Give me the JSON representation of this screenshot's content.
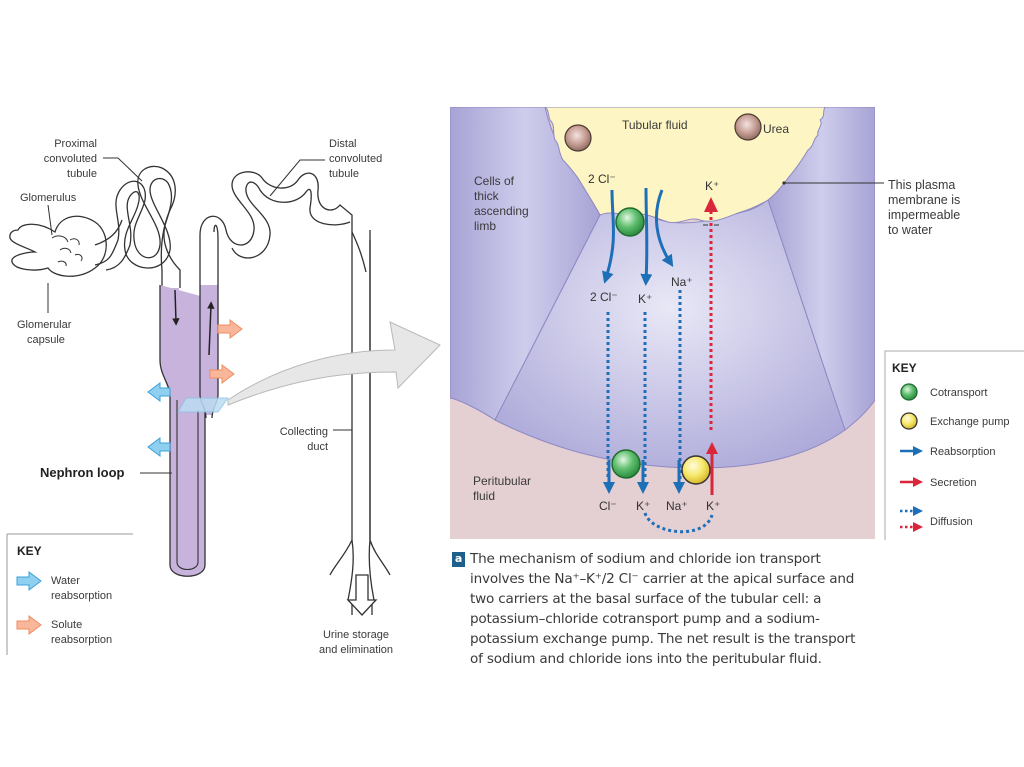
{
  "left_diagram": {
    "labels": {
      "proximal": [
        "Proximal",
        "convoluted",
        "tubule"
      ],
      "distal": [
        "Distal",
        "convoluted",
        "tubule"
      ],
      "glomerulus": "Glomerulus",
      "glomerular_capsule": [
        "Glomerular",
        "capsule"
      ],
      "nephron_loop": "Nephron loop",
      "collecting_duct": [
        "Collecting",
        "duct"
      ],
      "urine": [
        "Urine storage",
        "and elimination"
      ]
    },
    "key": {
      "title": "KEY",
      "items": [
        {
          "label": [
            "Water",
            "reabsorption"
          ],
          "color": "#5bb8e6"
        },
        {
          "label": [
            "Solute",
            "reabsorption"
          ],
          "color": "#f4a07a"
        }
      ]
    }
  },
  "right_panel": {
    "labels": {
      "tubular_fluid": "Tubular fluid",
      "urea": "Urea",
      "cells": [
        "Cells of",
        "thick",
        "ascending",
        "limb"
      ],
      "peritubular": [
        "Peritubular",
        "fluid"
      ],
      "membrane_note": [
        "This plasma",
        "membrane is",
        "impermeable",
        "to water"
      ]
    },
    "ions": {
      "apical_cl": "2 Cl⁻",
      "apical_k": "K⁺",
      "cell_cl": "2 Cl⁻",
      "cell_k": "K⁺",
      "cell_na": "Na⁺",
      "basal_cl": "Cl⁻",
      "basal_k": "K⁺",
      "basal_na": "Na⁺",
      "basal_k2": "K⁺"
    },
    "key": {
      "title": "KEY",
      "items": [
        {
          "label": "Cotransport",
          "type": "circle",
          "color": "#3fae5a"
        },
        {
          "label": "Exchange pump",
          "type": "circle",
          "color": "#f3e05a"
        },
        {
          "label": "Reabsorption",
          "type": "arrow",
          "color": "#1d6fb8"
        },
        {
          "label": "Secretion",
          "type": "arrow",
          "color": "#d9263a"
        },
        {
          "label": "Diffusion",
          "type": "dotted-arrows",
          "color": "#1d6fb8",
          "color2": "#d9263a"
        }
      ]
    },
    "colors": {
      "cell": "#bbb8e0",
      "tubular_fluid": "#fdf5c4",
      "peritubular": "#e4cfd3",
      "reabsorption": "#1d6fb8",
      "secretion": "#d9263a"
    }
  },
  "caption": {
    "badge": "a",
    "lines": [
      "The mechanism of sodium and chloride ion transport",
      "involves the Na⁺–K⁺/2 Cl⁻ carrier at the apical surface and",
      "two carriers at the basal surface of the tubular cell: a",
      "potassium–chloride cotransport pump and a sodium-",
      "potassium exchange pump. The net result is the transport",
      "of sodium and chloride ions into the peritubular fluid."
    ]
  }
}
